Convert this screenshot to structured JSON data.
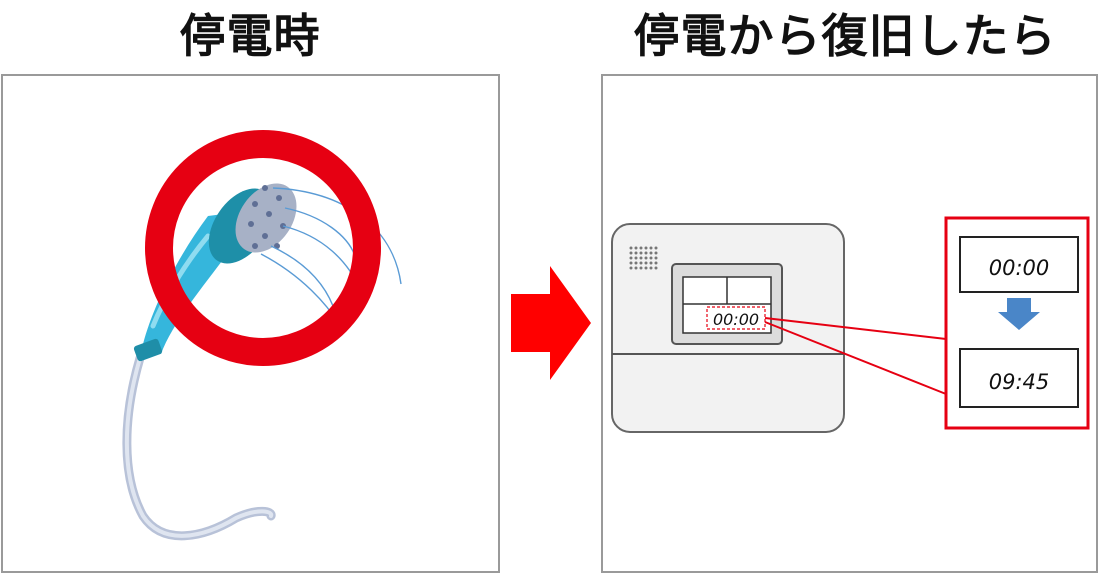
{
  "titles": {
    "left": "停電時",
    "right": "停電から復旧したら"
  },
  "remote": {
    "display_time": "00:00"
  },
  "callout": {
    "before_time": "00:00",
    "after_time": "09:45"
  },
  "icons": {
    "shower": "shower-head-icon",
    "ring": "red-ring-icon",
    "big_arrow": "arrow-right-icon",
    "small_arrow": "arrow-down-icon"
  },
  "colors": {
    "ring": "#e60012",
    "arrow": "#ff0000",
    "callout_border": "#e60012",
    "small_arrow": "#4a86c8",
    "shower": "#35b6dc"
  }
}
